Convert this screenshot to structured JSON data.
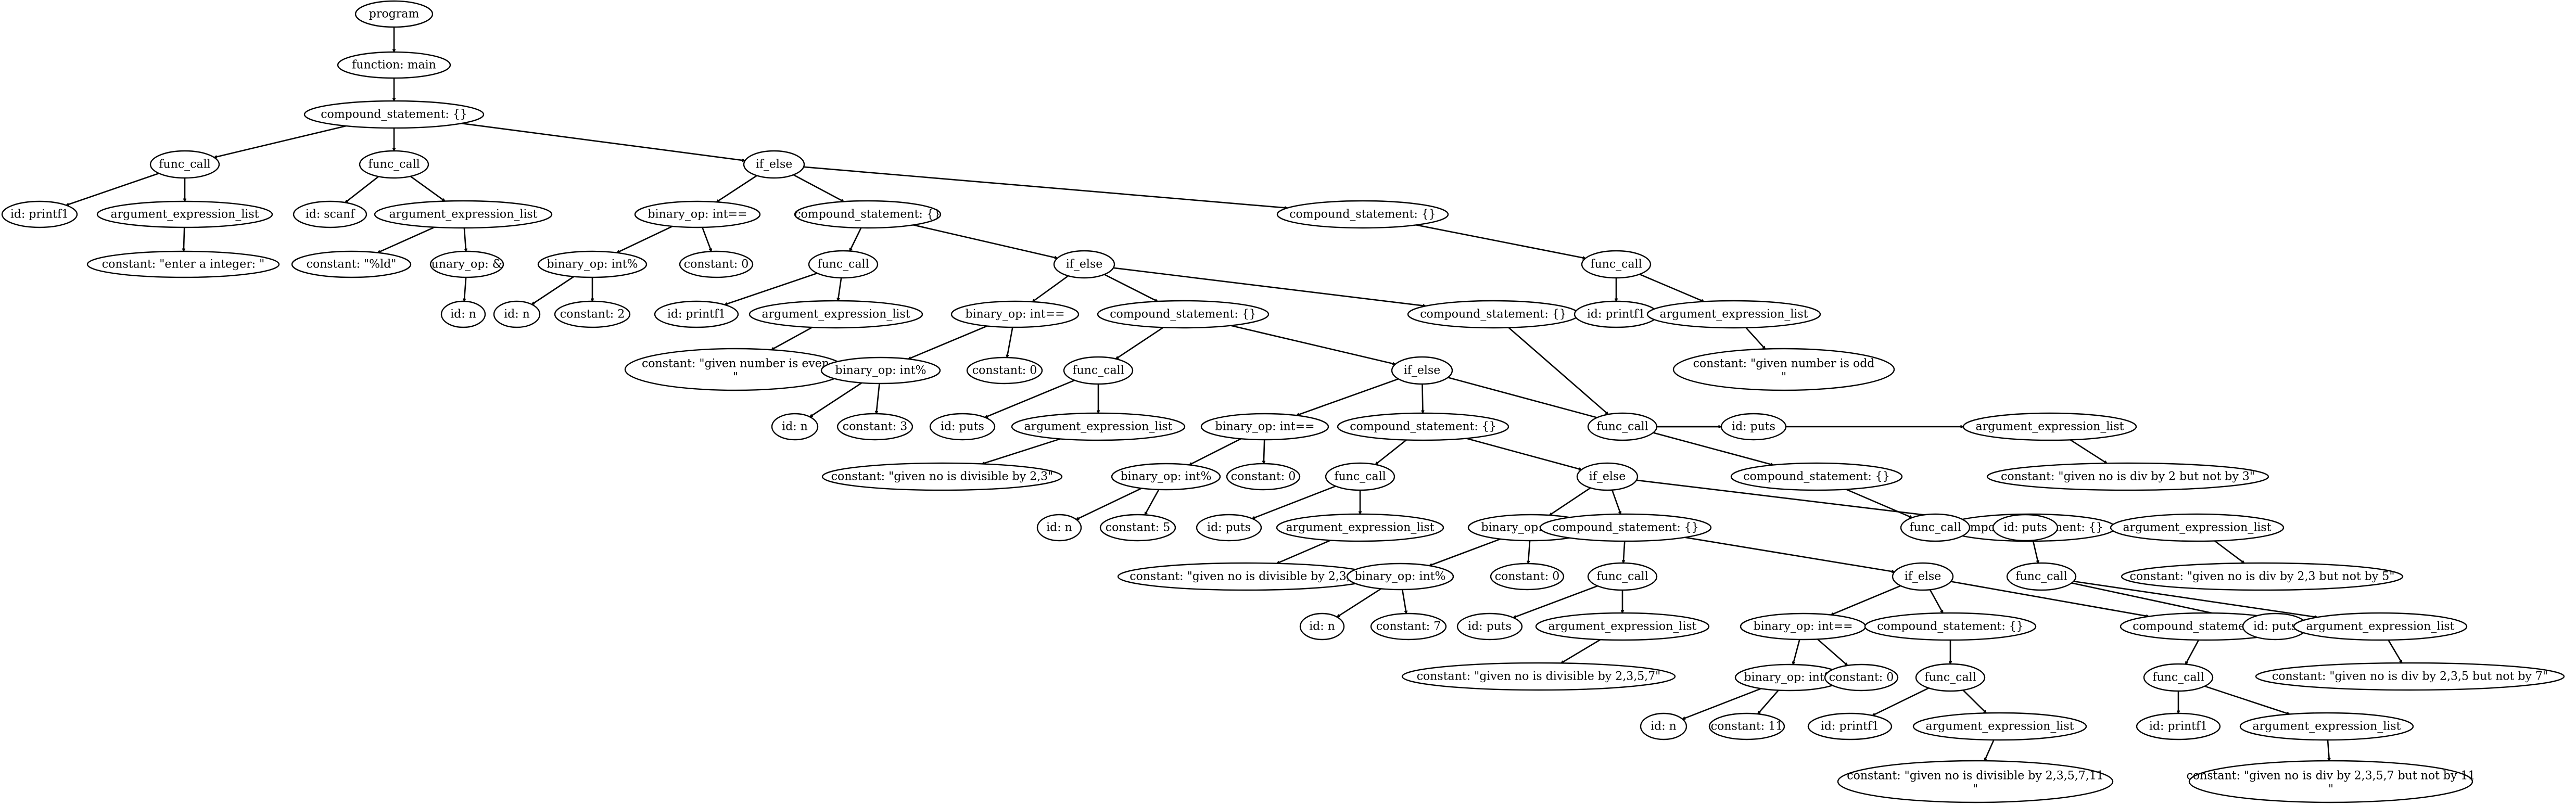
{
  "colors": {
    "background": "#ffffff",
    "stroke": "#000000",
    "text": "#000000"
  },
  "diagram": {
    "type": "tree",
    "nodes": [
      {
        "id": "n1",
        "label": "program"
      },
      {
        "id": "n2",
        "label": "function: main"
      },
      {
        "id": "n3",
        "label": "compound_statement: {}"
      },
      {
        "id": "n4",
        "label": "func_call"
      },
      {
        "id": "n5",
        "label": "id: printf1"
      },
      {
        "id": "n6",
        "label": "argument_expression_list"
      },
      {
        "id": "n7",
        "label": "constant: \"enter a integer: \""
      },
      {
        "id": "n8",
        "label": "func_call"
      },
      {
        "id": "n9",
        "label": "id: scanf"
      },
      {
        "id": "n10",
        "label": "argument_expression_list"
      },
      {
        "id": "n11",
        "label": "constant: \"%ld\""
      },
      {
        "id": "n12",
        "label": "unary_op: &"
      },
      {
        "id": "n13",
        "label": "id: n"
      },
      {
        "id": "n14",
        "label": "if_else"
      },
      {
        "id": "n15",
        "label": "binary_op: int=="
      },
      {
        "id": "n16",
        "label": "binary_op: int%"
      },
      {
        "id": "n17",
        "label": "id: n"
      },
      {
        "id": "n18",
        "label": "constant: 2"
      },
      {
        "id": "n19",
        "label": "constant: 0"
      },
      {
        "id": "n20",
        "label": "compound_statement: {}"
      },
      {
        "id": "n21",
        "label": "func_call"
      },
      {
        "id": "n22",
        "label": "id: printf1"
      },
      {
        "id": "n23",
        "label": "argument_expression_list"
      },
      {
        "id": "n24",
        "label": "constant: \"given number is even",
        "label2": "\""
      },
      {
        "id": "n25",
        "label": "if_else"
      },
      {
        "id": "n26",
        "label": "binary_op: int=="
      },
      {
        "id": "n27",
        "label": "binary_op: int%"
      },
      {
        "id": "n28",
        "label": "id: n"
      },
      {
        "id": "n29",
        "label": "constant: 3"
      },
      {
        "id": "n30",
        "label": "constant: 0"
      },
      {
        "id": "n31",
        "label": "compound_statement: {}"
      },
      {
        "id": "n32",
        "label": "func_call"
      },
      {
        "id": "n33",
        "label": "id: puts"
      },
      {
        "id": "n34",
        "label": "argument_expression_list"
      },
      {
        "id": "n35",
        "label": "constant: \"given no is divisible by 2,3\""
      },
      {
        "id": "n36",
        "label": "if_else"
      },
      {
        "id": "n37",
        "label": "binary_op: int=="
      },
      {
        "id": "n38",
        "label": "binary_op: int%"
      },
      {
        "id": "n39",
        "label": "id: n"
      },
      {
        "id": "n40",
        "label": "constant: 5"
      },
      {
        "id": "n41",
        "label": "constant: 0"
      },
      {
        "id": "n42",
        "label": "compound_statement: {}"
      },
      {
        "id": "n43",
        "label": "func_call"
      },
      {
        "id": "n44",
        "label": "id: puts"
      },
      {
        "id": "n45",
        "label": "argument_expression_list"
      },
      {
        "id": "n46",
        "label": "constant: \"given no is divisible by 2,3,5\""
      },
      {
        "id": "n47",
        "label": "if_else"
      },
      {
        "id": "n48",
        "label": "binary_op: int=="
      },
      {
        "id": "n49",
        "label": "binary_op: int%"
      },
      {
        "id": "n50",
        "label": "id: n"
      },
      {
        "id": "n51",
        "label": "constant: 7"
      },
      {
        "id": "n52",
        "label": "constant: 0"
      },
      {
        "id": "n53",
        "label": "compound_statement: {}"
      },
      {
        "id": "n54",
        "label": "func_call"
      },
      {
        "id": "n55",
        "label": "id: puts"
      },
      {
        "id": "n56",
        "label": "argument_expression_list"
      },
      {
        "id": "n57",
        "label": "constant: \"given no is divisible by 2,3,5,7\""
      },
      {
        "id": "n58",
        "label": "if_else"
      },
      {
        "id": "n59",
        "label": "binary_op: int=="
      },
      {
        "id": "n60",
        "label": "binary_op: int%"
      },
      {
        "id": "n61",
        "label": "id: n"
      },
      {
        "id": "n62",
        "label": "constant: 11"
      },
      {
        "id": "n63",
        "label": "constant: 0"
      },
      {
        "id": "n64",
        "label": "compound_statement: {}"
      },
      {
        "id": "n65",
        "label": "func_call"
      },
      {
        "id": "n66",
        "label": "id: printf1"
      },
      {
        "id": "n67",
        "label": "argument_expression_list"
      },
      {
        "id": "n68",
        "label": "constant: \"given no is divisible by 2,3,5,7,11",
        "label2": "\""
      },
      {
        "id": "n69",
        "label": "compound_statement: {}"
      },
      {
        "id": "n70",
        "label": "func_call"
      },
      {
        "id": "n71",
        "label": "id: printf1"
      },
      {
        "id": "n72",
        "label": "argument_expression_list"
      },
      {
        "id": "n73",
        "label": "constant: \"given no is div by 2,3,5,7 but not by 11",
        "label2": "\""
      },
      {
        "id": "n74",
        "label": "compound_statement: {}"
      },
      {
        "id": "n75",
        "label": "func_call"
      },
      {
        "id": "n76",
        "label": "id: puts"
      },
      {
        "id": "n77",
        "label": "argument_expression_list"
      },
      {
        "id": "n78",
        "label": "constant: \"given no is div by 2,3,5 but not by 7\""
      },
      {
        "id": "n79",
        "label": "compound_statement: {}"
      },
      {
        "id": "n80",
        "label": "func_call"
      },
      {
        "id": "n81",
        "label": "id: puts"
      },
      {
        "id": "n82",
        "label": "argument_expression_list"
      },
      {
        "id": "n83",
        "label": "constant: \"given no is div by 2,3 but not by 5\""
      },
      {
        "id": "n84",
        "label": "compound_statement: {}"
      },
      {
        "id": "n85",
        "label": "func_call"
      },
      {
        "id": "n86",
        "label": "id: puts"
      },
      {
        "id": "n87",
        "label": "argument_expression_list"
      },
      {
        "id": "n88",
        "label": "constant: \"given no is div by 2 but not by 3\""
      },
      {
        "id": "n89",
        "label": "compound_statement: {}"
      },
      {
        "id": "n90",
        "label": "func_call"
      },
      {
        "id": "n91",
        "label": "id: printf1"
      },
      {
        "id": "n92",
        "label": "argument_expression_list"
      },
      {
        "id": "n93",
        "label": "constant: \"given number is odd",
        "label2": "\""
      }
    ],
    "edges": [
      [
        "n1",
        "n2"
      ],
      [
        "n2",
        "n3"
      ],
      [
        "n3",
        "n4"
      ],
      [
        "n3",
        "n8"
      ],
      [
        "n3",
        "n14"
      ],
      [
        "n4",
        "n5"
      ],
      [
        "n4",
        "n6"
      ],
      [
        "n6",
        "n7"
      ],
      [
        "n8",
        "n9"
      ],
      [
        "n8",
        "n10"
      ],
      [
        "n10",
        "n11"
      ],
      [
        "n10",
        "n12"
      ],
      [
        "n12",
        "n13"
      ],
      [
        "n14",
        "n15"
      ],
      [
        "n14",
        "n20"
      ],
      [
        "n14",
        "n89"
      ],
      [
        "n15",
        "n16"
      ],
      [
        "n15",
        "n19"
      ],
      [
        "n16",
        "n17"
      ],
      [
        "n16",
        "n18"
      ],
      [
        "n20",
        "n21"
      ],
      [
        "n20",
        "n25"
      ],
      [
        "n21",
        "n22"
      ],
      [
        "n21",
        "n23"
      ],
      [
        "n23",
        "n24"
      ],
      [
        "n25",
        "n26"
      ],
      [
        "n25",
        "n31"
      ],
      [
        "n25",
        "n84"
      ],
      [
        "n26",
        "n27"
      ],
      [
        "n26",
        "n30"
      ],
      [
        "n27",
        "n28"
      ],
      [
        "n27",
        "n29"
      ],
      [
        "n31",
        "n32"
      ],
      [
        "n31",
        "n36"
      ],
      [
        "n32",
        "n33"
      ],
      [
        "n32",
        "n34"
      ],
      [
        "n34",
        "n35"
      ],
      [
        "n36",
        "n37"
      ],
      [
        "n36",
        "n42"
      ],
      [
        "n36",
        "n79"
      ],
      [
        "n37",
        "n38"
      ],
      [
        "n37",
        "n41"
      ],
      [
        "n38",
        "n39"
      ],
      [
        "n38",
        "n40"
      ],
      [
        "n42",
        "n43"
      ],
      [
        "n42",
        "n47"
      ],
      [
        "n43",
        "n44"
      ],
      [
        "n43",
        "n45"
      ],
      [
        "n45",
        "n46"
      ],
      [
        "n47",
        "n48"
      ],
      [
        "n47",
        "n53"
      ],
      [
        "n47",
        "n74"
      ],
      [
        "n48",
        "n49"
      ],
      [
        "n48",
        "n52"
      ],
      [
        "n49",
        "n50"
      ],
      [
        "n49",
        "n51"
      ],
      [
        "n53",
        "n54"
      ],
      [
        "n53",
        "n58"
      ],
      [
        "n54",
        "n55"
      ],
      [
        "n54",
        "n56"
      ],
      [
        "n56",
        "n57"
      ],
      [
        "n58",
        "n59"
      ],
      [
        "n58",
        "n64"
      ],
      [
        "n58",
        "n69"
      ],
      [
        "n59",
        "n60"
      ],
      [
        "n59",
        "n63"
      ],
      [
        "n60",
        "n61"
      ],
      [
        "n60",
        "n62"
      ],
      [
        "n64",
        "n65"
      ],
      [
        "n65",
        "n66"
      ],
      [
        "n65",
        "n67"
      ],
      [
        "n67",
        "n68"
      ],
      [
        "n69",
        "n70"
      ],
      [
        "n70",
        "n71"
      ],
      [
        "n70",
        "n72"
      ],
      [
        "n72",
        "n73"
      ],
      [
        "n74",
        "n75"
      ],
      [
        "n75",
        "n76"
      ],
      [
        "n75",
        "n77"
      ],
      [
        "n77",
        "n78"
      ],
      [
        "n79",
        "n80"
      ],
      [
        "n80",
        "n81"
      ],
      [
        "n80",
        "n82"
      ],
      [
        "n82",
        "n83"
      ],
      [
        "n84",
        "n85"
      ],
      [
        "n85",
        "n86"
      ],
      [
        "n85",
        "n87"
      ],
      [
        "n87",
        "n88"
      ],
      [
        "n89",
        "n90"
      ],
      [
        "n90",
        "n91"
      ],
      [
        "n90",
        "n92"
      ],
      [
        "n92",
        "n93"
      ]
    ]
  }
}
